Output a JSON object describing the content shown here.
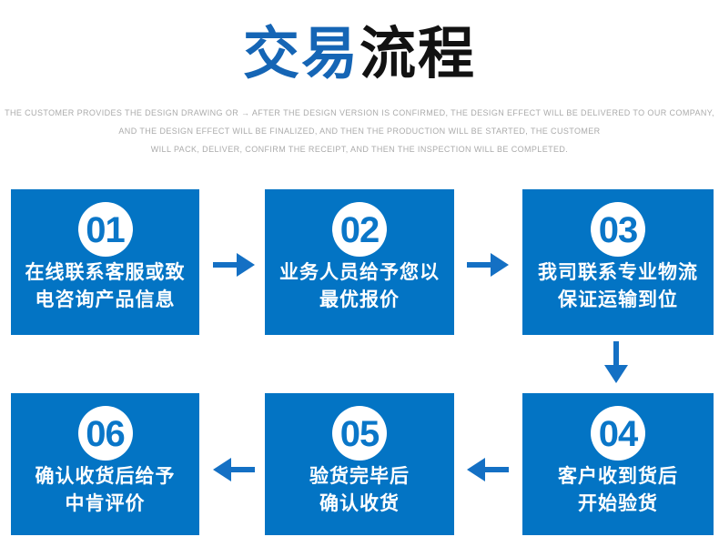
{
  "title": {
    "part1": "交易",
    "part2": "流程"
  },
  "subtitle_lines": {
    "line1": "THE CUSTOMER PROVIDES THE DESIGN DRAWING OR → AFTER THE DESIGN VERSION IS CONFIRMED, THE DESIGN EFFECT WILL BE DELIVERED TO OUR COMPANY,",
    "line2": "AND THE DESIGN EFFECT WILL BE FINALIZED, AND THEN THE PRODUCTION WILL BE STARTED, THE CUSTOMER",
    "line3": "WILL PACK, DELIVER, CONFIRM THE RECEIPT, AND THEN THE INSPECTION WILL BE COMPLETED."
  },
  "steps": [
    {
      "number": "01",
      "line1": "在线联系客服或致",
      "line2": "电咨询产品信息"
    },
    {
      "number": "02",
      "line1": "业务人员给予您以",
      "line2": "最优报价"
    },
    {
      "number": "03",
      "line1": "我司联系专业物流",
      "line2": "保证运输到位"
    },
    {
      "number": "04",
      "line1": "客户收到货后",
      "line2": "开始验货"
    },
    {
      "number": "05",
      "line1": "验货完毕后",
      "line2": "确认收货"
    },
    {
      "number": "06",
      "line1": "确认收货后给予",
      "line2": "中肯评价"
    }
  ],
  "colors": {
    "box_blue": "#0374c4",
    "number_blue": "#0a76c8",
    "title_blue": "#1565b5",
    "title_dark": "#121212",
    "arrow_blue": "#1470c4",
    "subtitle_gray": "#ababab"
  }
}
